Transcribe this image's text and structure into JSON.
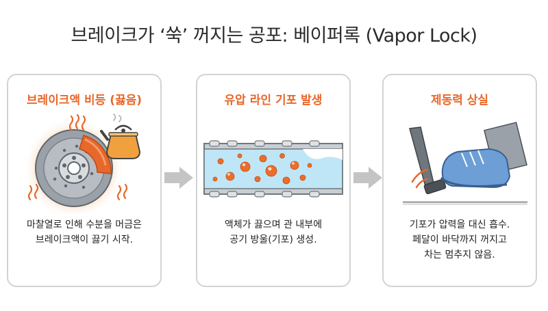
{
  "title": "브레이크가 ‘쑥’ 꺼지는 공포: 베이퍼록 (Vapor Lock)",
  "panels": [
    {
      "title": "브레이크액 비등 (끓음)",
      "desc_lines": [
        "마찰열로 인해 수분을 머금은",
        "브레이크액이 끓기 시작."
      ]
    },
    {
      "title": "유압 라인 기포 발생",
      "desc_lines": [
        "액체가 끓으며 관 내부에",
        "공기 방울(기포) 생성."
      ]
    },
    {
      "title": "제동력 상실",
      "desc_lines": [
        "기포가 압력을 대신 흡수.",
        "페달이 바닥까지 꺼지고",
        "차는 멈추지 않음."
      ]
    }
  ],
  "colors": {
    "accent": "#e8672a",
    "fluid": "#bfe6f7",
    "pipe": "#c9ced3",
    "shoe": "#6d9ed6",
    "arrow": "#c4c4c4"
  },
  "icons": [
    "brake-disc-icon",
    "kettle-icon",
    "heat-wave-icon",
    "pipe-bubbles-icon",
    "brake-pedal-icon",
    "shoe-icon",
    "flow-arrow-icon"
  ]
}
